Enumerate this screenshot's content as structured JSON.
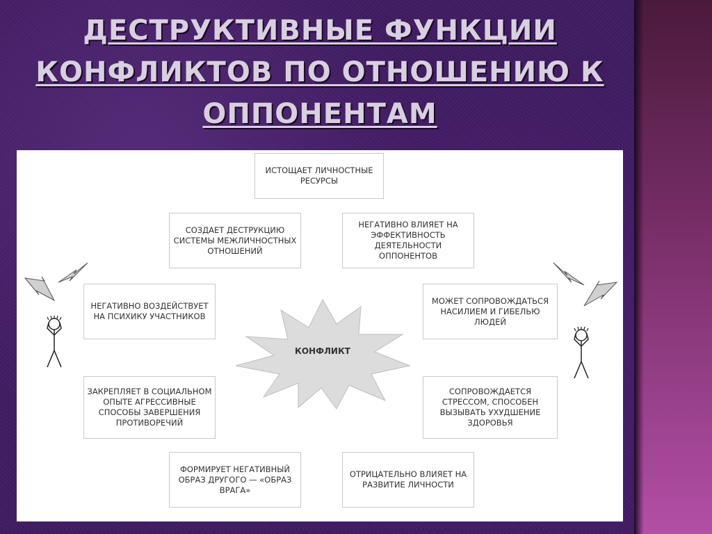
{
  "slide": {
    "title_lines": [
      "ДЕСТРУКТИВНЫЕ ФУНКЦИИ",
      "КОНФЛИКТОВ ПО ОТНОШЕНИЮ К",
      "ОППОНЕНТАМ"
    ]
  },
  "diagram": {
    "center": "КОНФЛИКТ",
    "nodes": {
      "top": "ИСТОЩАЕТ ЛИЧНОСТНЫЕ РЕСУРСЫ",
      "upper_left": "СОЗДАЕТ ДЕСТРУКЦИЮ СИСТЕМЫ МЕЖЛИЧНОСТНЫХ ОТНОШЕНИЙ",
      "upper_right": "НЕГАТИВНО ВЛИЯЕТ НА ЭФФЕКТИВНОСТЬ ДЕЯТЕЛЬНОСТИ ОППОНЕНТОВ",
      "mid_left": "НЕГАТИВНО ВОЗДЕЙСТВУЕТ НА ПСИХИКУ УЧАСТНИКОВ",
      "mid_right": "МОЖЕТ СОПРОВОЖДАТЬСЯ НАСИЛИЕМ И ГИБЕЛЬЮ ЛЮДЕЙ",
      "lower_left": "ЗАКРЕПЛЯЕТ В СОЦИАЛЬНОМ ОПЫТЕ АГРЕССИВНЫЕ СПОСОБЫ ЗАВЕРШЕНИЯ ПРОТИВОРЕЧИЙ",
      "lower_right": "СОПРОВОЖДАЕТСЯ СТРЕССОМ, СПОСОБЕН ВЫЗЫВАТЬ УХУДШЕНИЕ ЗДОРОВЬЯ",
      "bottom_left": "ФОРМИРУЕТ НЕГАТИВНЫЙ ОБРАЗ ДРУГОГО — «ОБРАЗ ВРАГА»",
      "bottom_right": "ОТРИЦАТЕЛЬНО ВЛИЯЕТ НА РАЗВИТИЕ ЛИЧНОСТИ"
    }
  },
  "colors": {
    "background": "#3f1a62",
    "panel": "#ffffff",
    "title_text": "#d8cfe0",
    "burst_fill": "#dcdcdc",
    "node_border": "#c9c9c9"
  },
  "icons": [
    "lightning-icon",
    "stick-figure-icon"
  ]
}
